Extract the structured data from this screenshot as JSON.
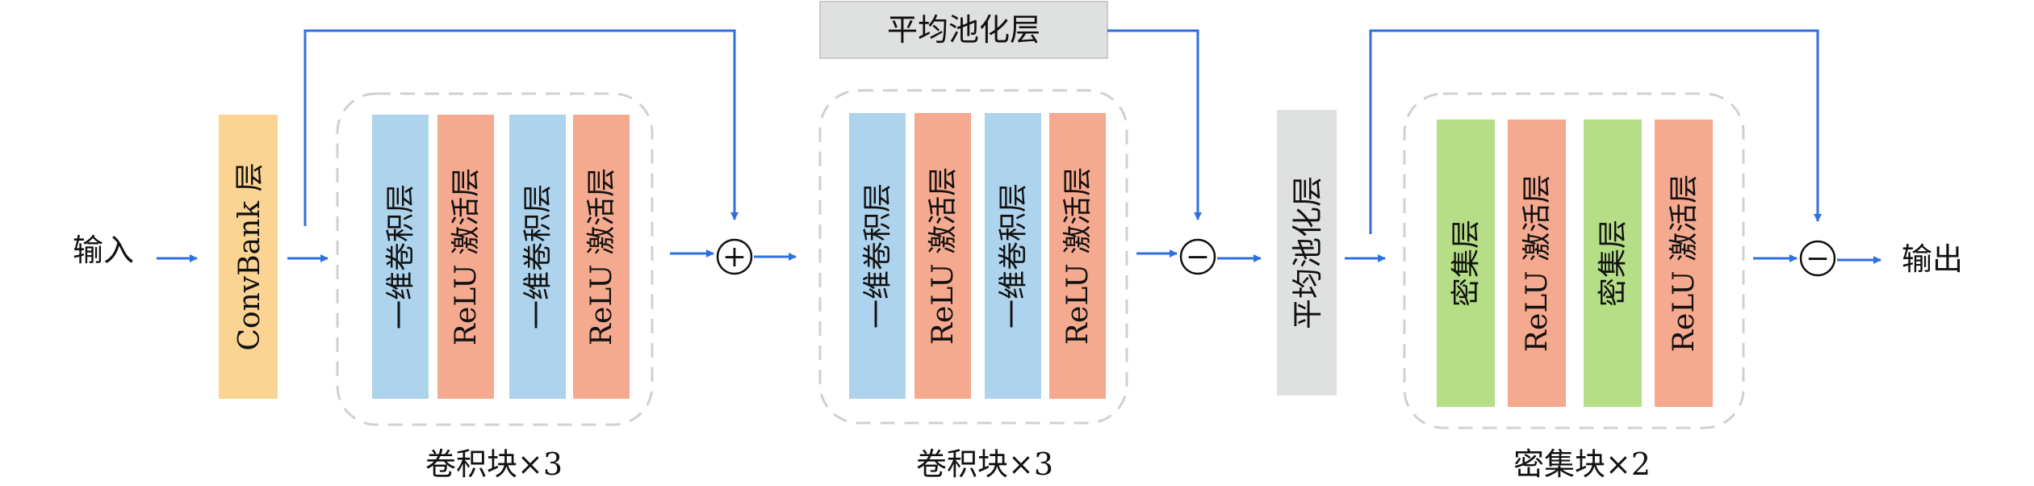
{
  "colors": {
    "arrow": "#2f6fe0",
    "conv1d": "#aed3ec",
    "relu": "#f5a98f",
    "dense": "#b5de86",
    "convbank": "#fbd493",
    "pool": "#dfe1e1",
    "group_border": "#d0d0d0"
  },
  "nodes": {
    "input_label": "输入",
    "output_label": "输出",
    "convbank_label": "ConvBank 层",
    "pool_top_label": "平均池化层",
    "pool_mid_label": "平均池化层",
    "plus_symbol": "+",
    "minus1_symbol": "−",
    "minus2_symbol": "−"
  },
  "groups": [
    {
      "caption": "卷积块×3",
      "layers": [
        {
          "label": "一维卷积层",
          "kind": "conv1d"
        },
        {
          "label": "ReLU 激活层",
          "kind": "relu"
        },
        {
          "label": "一维卷积层",
          "kind": "conv1d"
        },
        {
          "label": "ReLU 激活层",
          "kind": "relu"
        }
      ]
    },
    {
      "caption": "卷积块×3",
      "layers": [
        {
          "label": "一维卷积层",
          "kind": "conv1d"
        },
        {
          "label": "ReLU 激活层",
          "kind": "relu"
        },
        {
          "label": "一维卷积层",
          "kind": "conv1d"
        },
        {
          "label": "ReLU 激活层",
          "kind": "relu"
        }
      ]
    },
    {
      "caption": "密集块×2",
      "layers": [
        {
          "label": "密集层",
          "kind": "dense"
        },
        {
          "label": "ReLU 激活层",
          "kind": "relu"
        },
        {
          "label": "密集层",
          "kind": "dense"
        },
        {
          "label": "ReLU 激活层",
          "kind": "relu"
        }
      ]
    }
  ]
}
